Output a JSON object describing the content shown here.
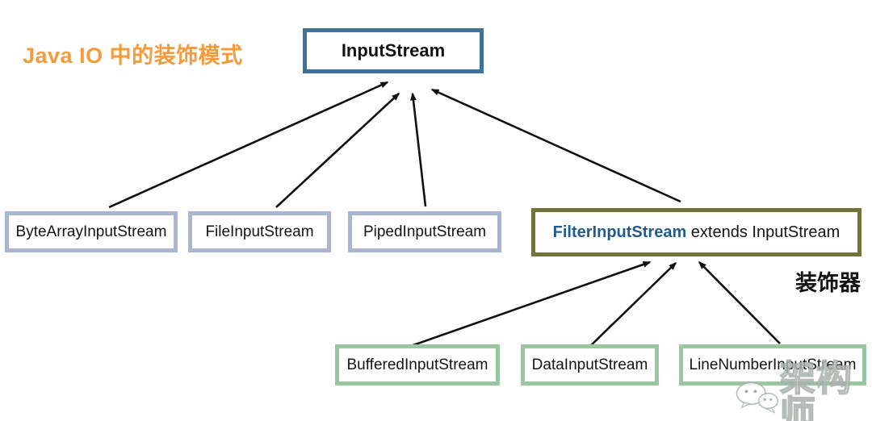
{
  "title": {
    "text": "Java IO 中的装饰模式",
    "color": "#f49b3c"
  },
  "diagram": {
    "nodes": [
      {
        "id": "inputstream",
        "label": "InputStream"
      },
      {
        "id": "bytearray",
        "label": "ByteArrayInputStream"
      },
      {
        "id": "file",
        "label": "FileInputStream"
      },
      {
        "id": "piped",
        "label": "PipedInputStream"
      },
      {
        "id": "filter",
        "label_highlight": "FilterInputStream",
        "label_rest": " extends InputStream"
      },
      {
        "id": "buffered",
        "label": "BufferedInputStream"
      },
      {
        "id": "data",
        "label": "DataInputStream"
      },
      {
        "id": "linenumber",
        "label": "LineNumberInputStream"
      }
    ],
    "decorator_label": "装饰器",
    "edges": [
      {
        "from": "ByteArrayInputStream",
        "to": "InputStream",
        "line": [
          135,
          257,
          480,
          102
        ]
      },
      {
        "from": "FileInputStream",
        "to": "InputStream",
        "line": [
          342,
          257,
          494,
          116
        ]
      },
      {
        "from": "PipedInputStream",
        "to": "InputStream",
        "line": [
          527,
          256,
          511,
          116
        ]
      },
      {
        "from": "FilterInputStream",
        "to": "InputStream",
        "line": [
          843,
          250,
          535,
          111
        ]
      },
      {
        "from": "BufferedInputStream",
        "to": "FilterInputStream",
        "line": [
          503,
          431,
          805,
          325
        ]
      },
      {
        "from": "DataInputStream",
        "to": "FilterInputStream",
        "line": [
          728,
          432,
          837,
          326
        ]
      },
      {
        "from": "LineNumberInputStream",
        "to": "FilterInputStream",
        "line": [
          966,
          426,
          866,
          325
        ]
      }
    ],
    "colors": {
      "root_border": "#3e719b",
      "plain_border": "#a9b5d1",
      "decorator_border": "#6f7438",
      "decorator_text": "#235c8c",
      "green_border": "#98c7a1",
      "arrow": "#111111"
    }
  },
  "watermark": {
    "icon": "wechat-icon",
    "text": "架构师"
  }
}
